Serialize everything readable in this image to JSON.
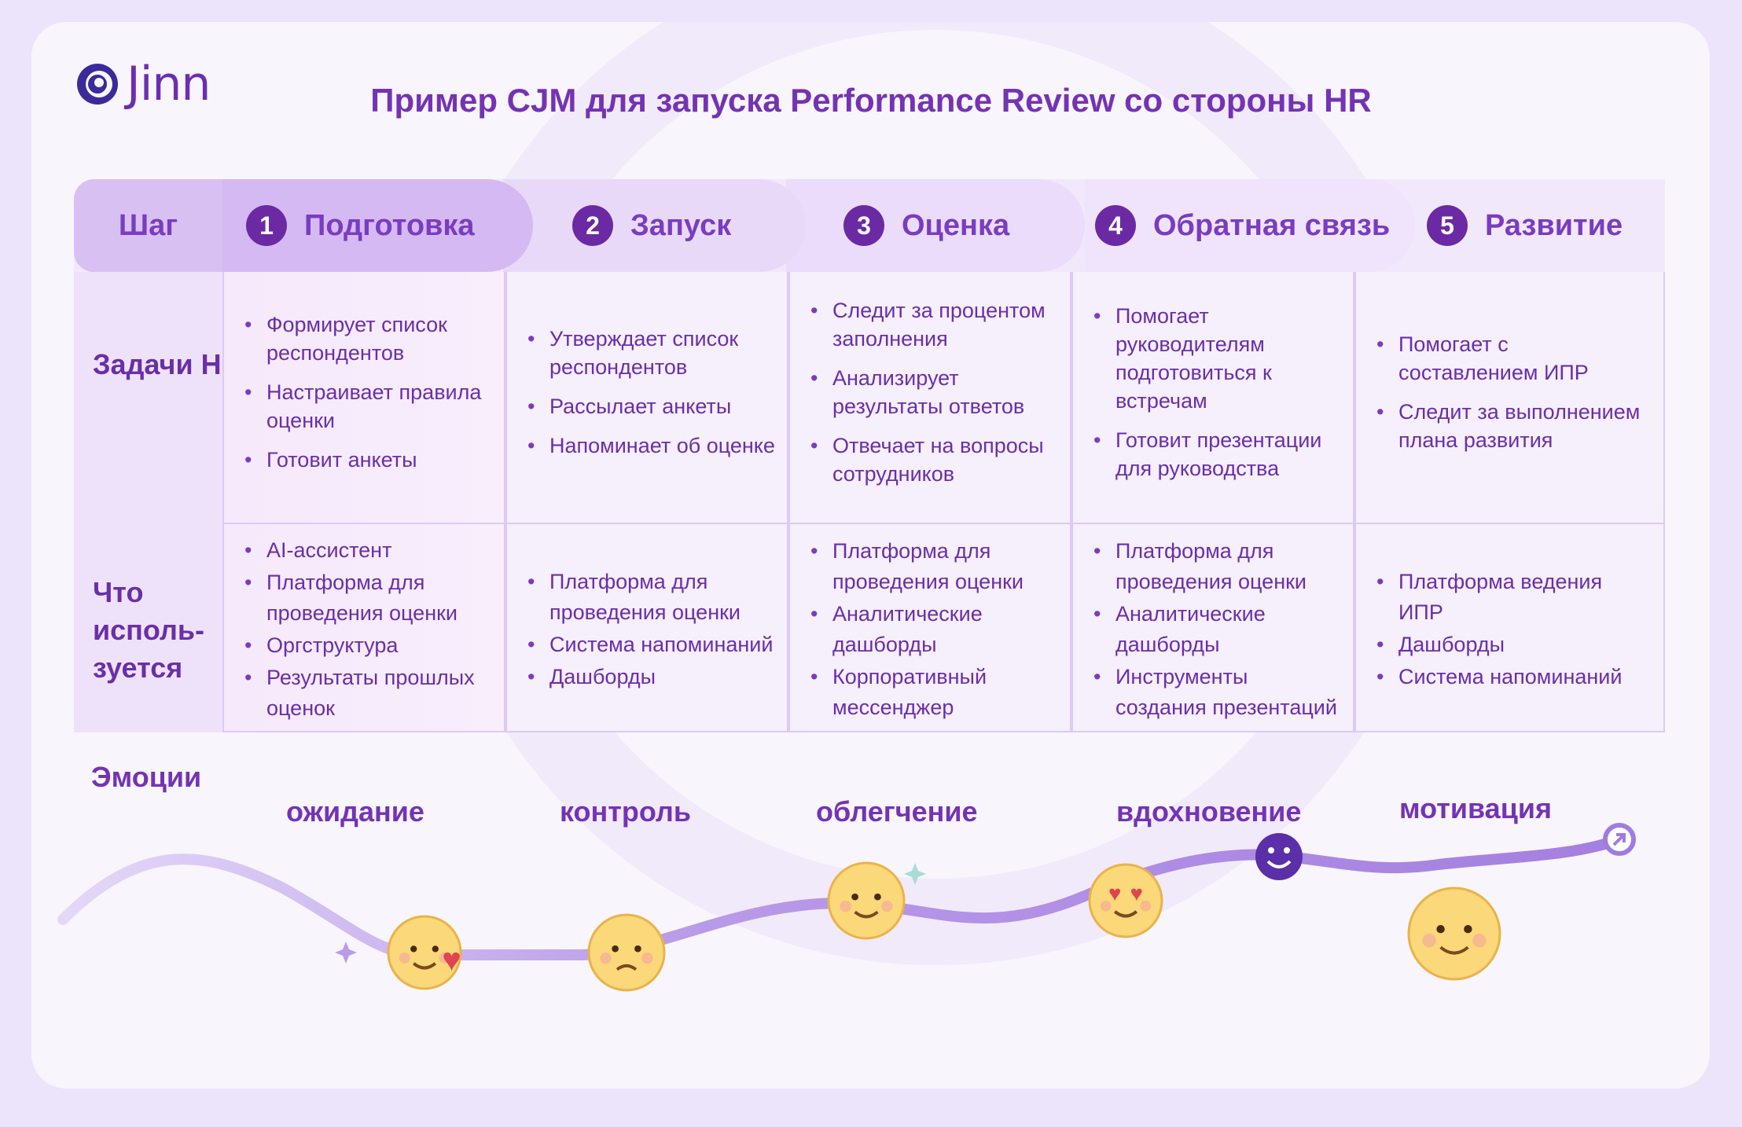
{
  "logo": {
    "text": "Jinn"
  },
  "title": "Пример CJM для запуска Performance Review со стороны HR",
  "header": {
    "label": "Шаг",
    "steps": [
      {
        "num": "1",
        "label": "Подготовка"
      },
      {
        "num": "2",
        "label": "Запуск"
      },
      {
        "num": "3",
        "label": "Оценка"
      },
      {
        "num": "4",
        "label": "Обратная связь"
      },
      {
        "num": "5",
        "label": "Развитие"
      }
    ]
  },
  "rows": {
    "tasks": {
      "label": "Задачи HR",
      "cells": [
        [
          "Формирует список респондентов",
          "Настраивает правила оценки",
          "Готовит анкеты"
        ],
        [
          "Утверждает список респондентов",
          "Рассылает анкеты",
          "Напоминает об оценке"
        ],
        [
          "Следит за процентом заполнения",
          "Анализирует результаты ответов",
          "Отвечает на вопросы сотрудников"
        ],
        [
          "Помогает руководителям подготовиться к встречам",
          "Готовит презентации для руководства"
        ],
        [
          "Помогает с составлением ИПР",
          "Следит за выполнением плана развития"
        ]
      ]
    },
    "tools": {
      "label": "Что исполь-зуется",
      "cells": [
        [
          "AI-ассистент",
          "Платформа для проведения оценки",
          "Оргструктура",
          "Результаты прошлых оценок"
        ],
        [
          "Платформа для проведения оценки",
          "Система напоминаний",
          "Дашборды"
        ],
        [
          "Платформа для проведения оценки",
          "Аналитические дашборды",
          "Корпоративный мессенджер"
        ],
        [
          "Платформа для проведения оценки",
          "Аналитические дашборды",
          "Инструменты создания презентаций"
        ],
        [
          "Платформа ведения ИПР",
          "Дашборды",
          "Система напоминаний"
        ]
      ]
    }
  },
  "emotions": {
    "label": "Эмоции",
    "items": [
      {
        "label": "ожидание",
        "emoji": "kiss-face-icon"
      },
      {
        "label": "контроль",
        "emoji": "worried-face-icon"
      },
      {
        "label": "облегчение",
        "emoji": "smile-face-icon"
      },
      {
        "label": "вдохновение",
        "emoji": "heart-eyes-face-icon"
      },
      {
        "label": "мотивация",
        "emoji": "strong-face-icon"
      }
    ]
  },
  "colors": {
    "accent": "#6b2aa3",
    "header_active": "#d5b9f2",
    "header": "#ebdcfa",
    "background": "#f8f5fd"
  }
}
